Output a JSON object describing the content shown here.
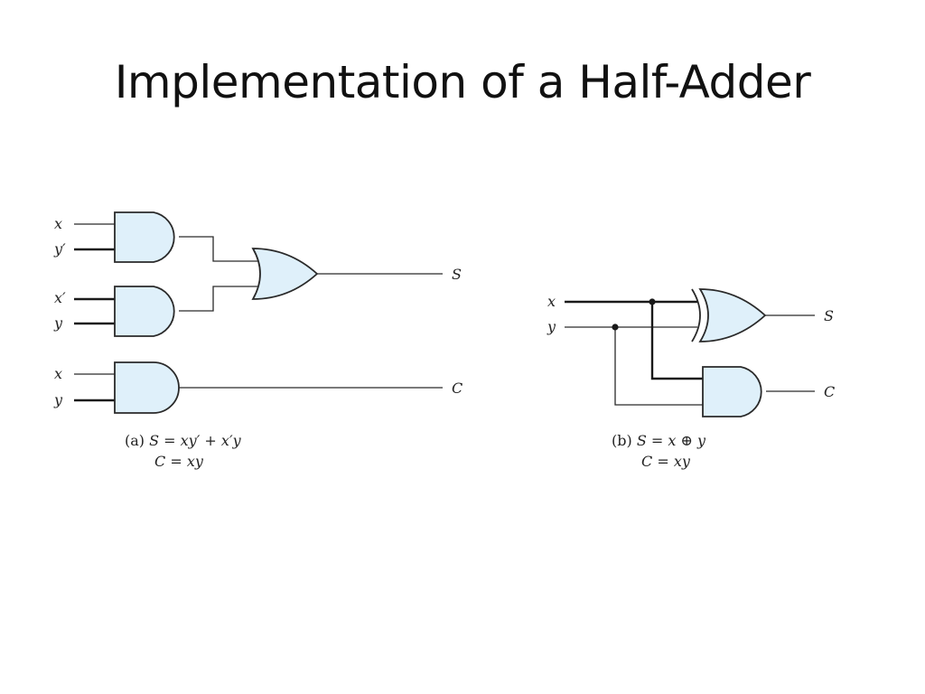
{
  "slide": {
    "title": "Implementation of a Half-Adder"
  },
  "circuit_a": {
    "inputs": [
      "x",
      "y′",
      "x′",
      "y",
      "x",
      "y"
    ],
    "outputs": [
      "S",
      "C"
    ],
    "caption_prefix": "(a) ",
    "caption_line1": "S = xy′ + x′y",
    "caption_line2": "C = xy"
  },
  "circuit_b": {
    "inputs": [
      "x",
      "y"
    ],
    "outputs": [
      "S",
      "C"
    ],
    "caption_prefix": "(b) ",
    "caption_line1": "S = x ⊕ y",
    "caption_line2": "C = xy"
  },
  "colors": {
    "gate_fill": "#dff0fa",
    "line": "#2a2a2a"
  }
}
